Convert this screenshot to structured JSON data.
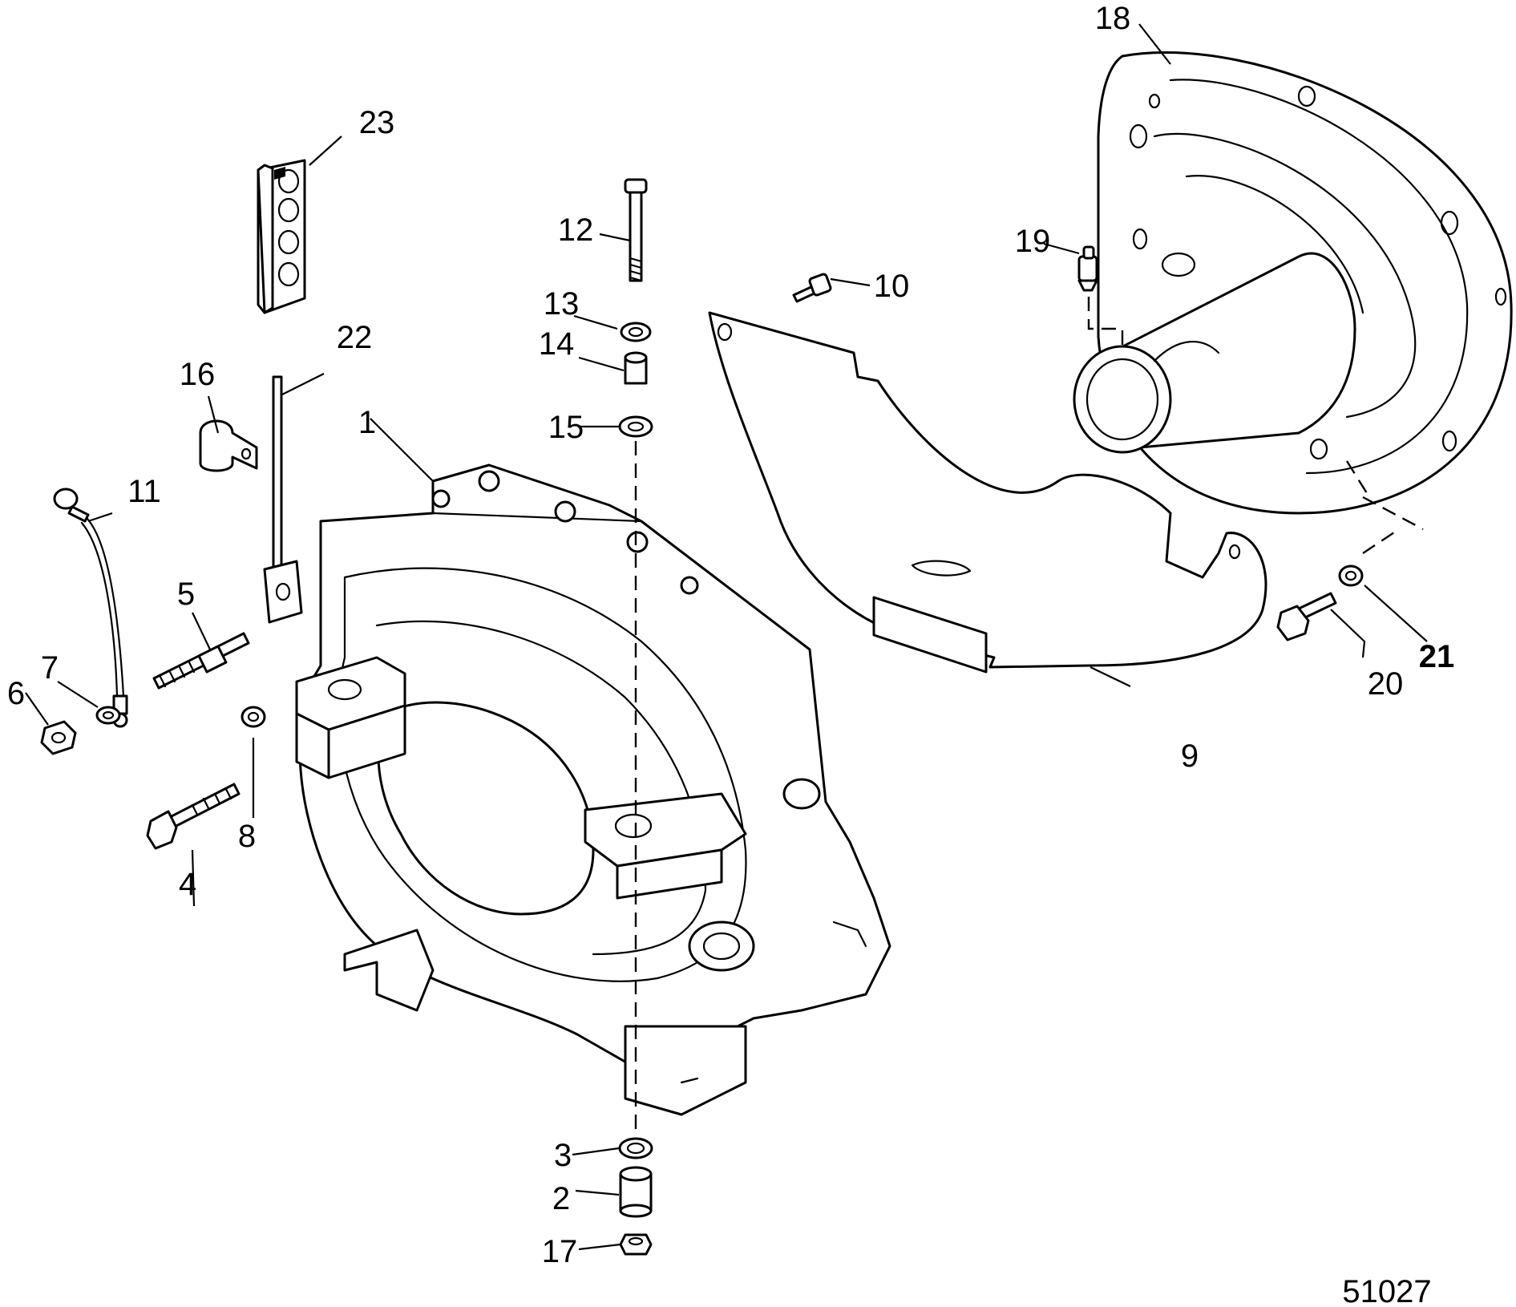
{
  "callouts": {
    "c1": "1",
    "c2": "2",
    "c3": "3",
    "c4": "4",
    "c5": "5",
    "c6": "6",
    "c7": "7",
    "c8": "8",
    "c9": "9",
    "c10": "10",
    "c11": "11",
    "c12": "12",
    "c13": "13",
    "c14": "14",
    "c15": "15",
    "c16": "16",
    "c17": "17",
    "c18": "18",
    "c19": "19",
    "c20": "20",
    "c21": "21",
    "c22": "22",
    "c23": "23"
  },
  "figure_number": "51027"
}
